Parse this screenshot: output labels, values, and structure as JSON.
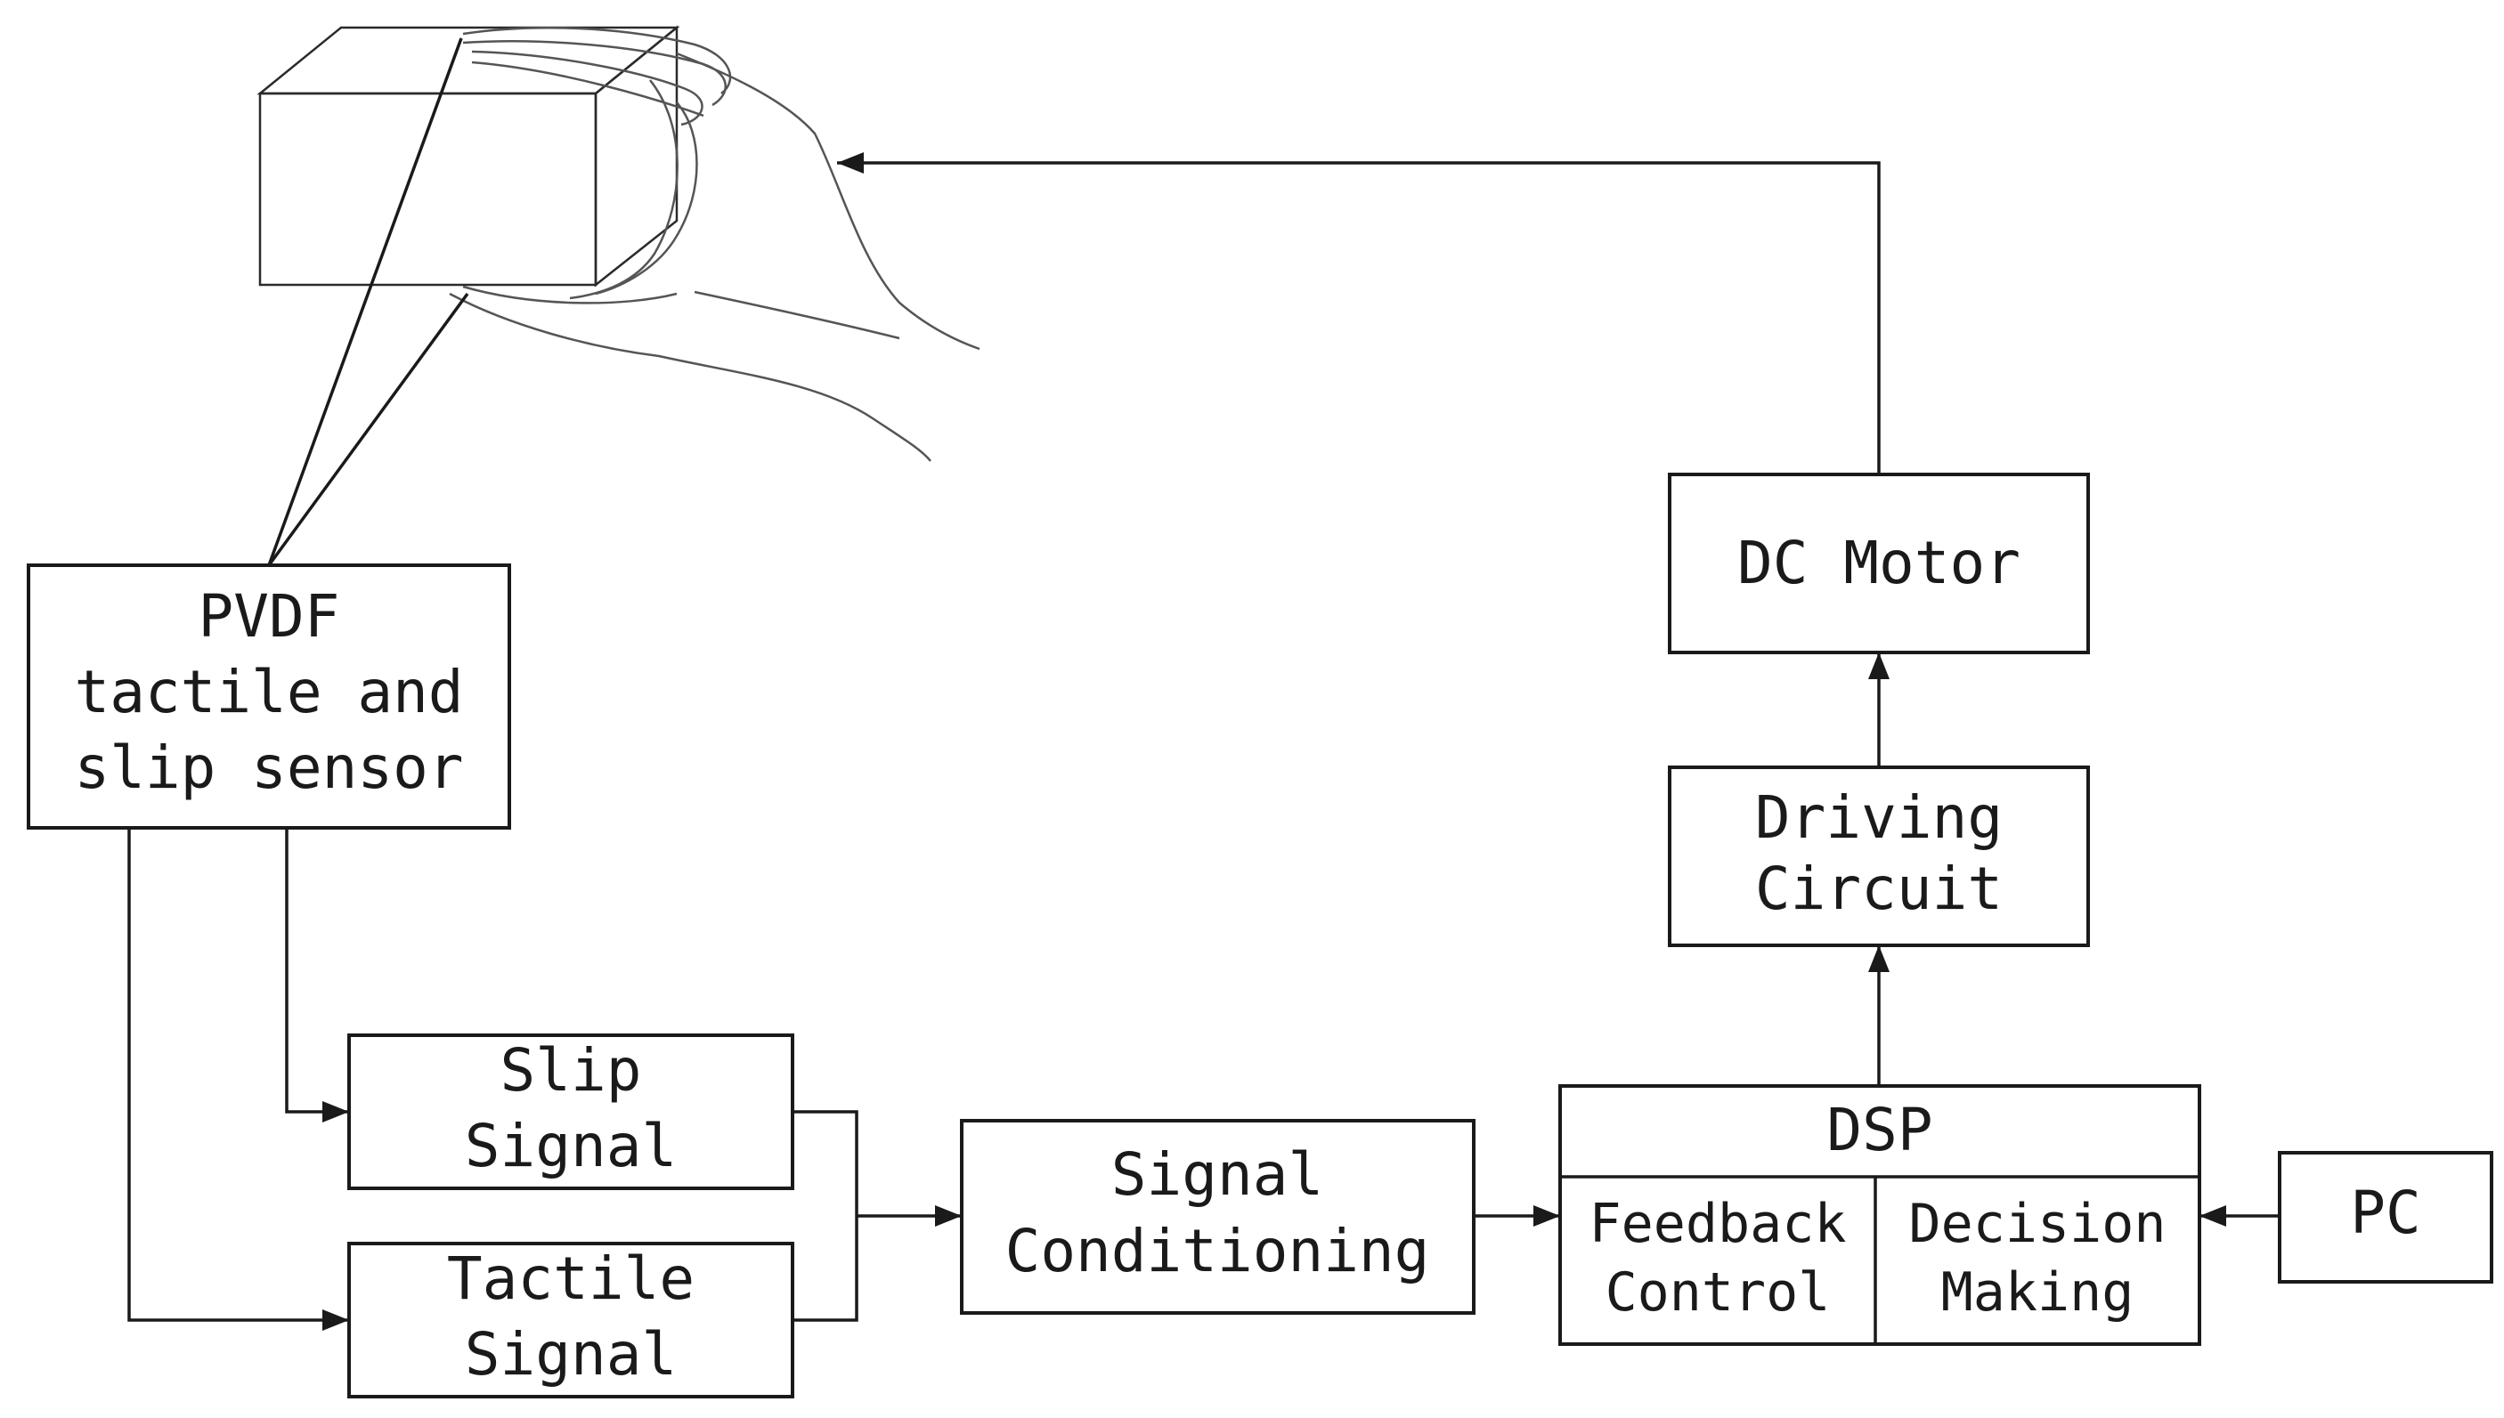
{
  "blocks": {
    "pvdf_sensor": [
      "PVDF",
      "tactile and",
      "slip sensor"
    ],
    "slip_signal": [
      "Slip",
      "Signal"
    ],
    "tactile_signal": [
      "Tactile",
      "Signal"
    ],
    "signal_conditioning": [
      "Signal",
      "Conditioning"
    ],
    "dsp": {
      "title": "DSP",
      "feedback_control": [
        "Feedback",
        "Control"
      ],
      "decision_making": [
        "Decision",
        "Making"
      ]
    },
    "pc": "PC",
    "driving_circuit": [
      "Driving",
      "Circuit"
    ],
    "dc_motor": "DC Motor"
  }
}
